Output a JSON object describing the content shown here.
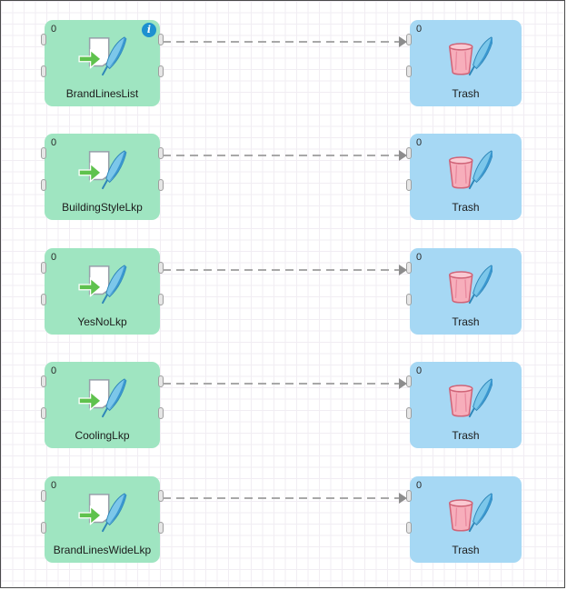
{
  "canvas": {
    "name": "workflow-canvas"
  },
  "colors": {
    "import_node": "#9fe5c1",
    "trash_node": "#a6d8f4",
    "connector": "#a8a8a8",
    "info_badge": "#1d90d0"
  },
  "icons": {
    "info_glyph": "i",
    "import_icon_name": "import-file-icon",
    "trash_icon_name": "trash-icon"
  },
  "rows": [
    {
      "left": {
        "label": "BrandLinesList",
        "count": "0",
        "info": true
      },
      "right": {
        "label": "Trash",
        "count": "0"
      }
    },
    {
      "left": {
        "label": "BuildingStyleLkp",
        "count": "0",
        "info": false
      },
      "right": {
        "label": "Trash",
        "count": "0"
      }
    },
    {
      "left": {
        "label": "YesNoLkp",
        "count": "0",
        "info": false
      },
      "right": {
        "label": "Trash",
        "count": "0"
      }
    },
    {
      "left": {
        "label": "CoolingLkp",
        "count": "0",
        "info": false
      },
      "right": {
        "label": "Trash",
        "count": "0"
      }
    },
    {
      "left": {
        "label": "BrandLinesWideLkp",
        "count": "0",
        "info": false
      },
      "right": {
        "label": "Trash",
        "count": "0"
      }
    }
  ]
}
